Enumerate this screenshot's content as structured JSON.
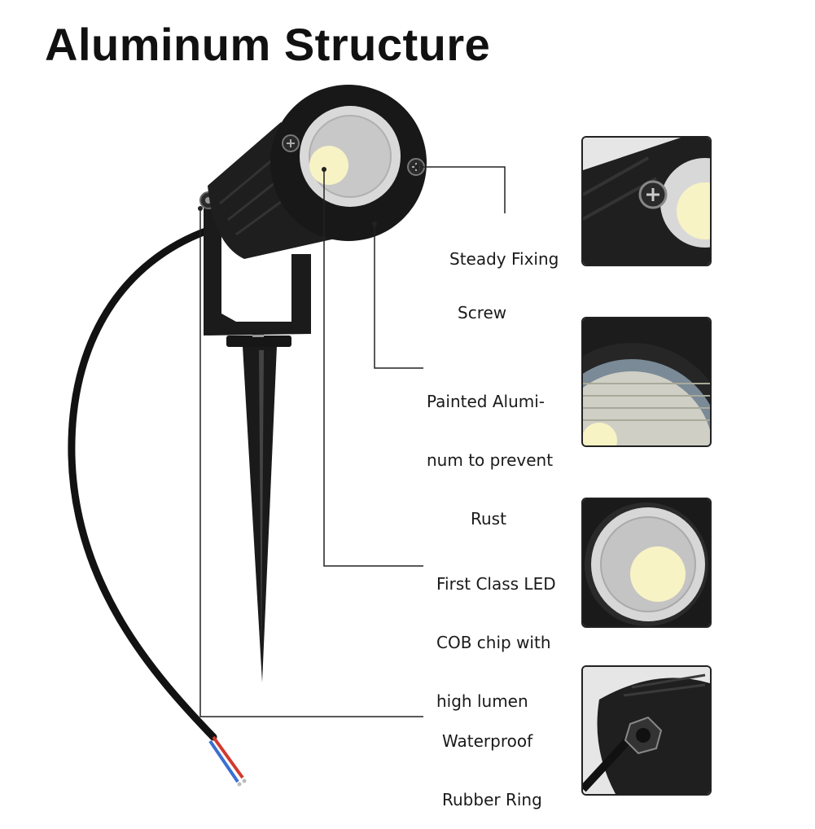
{
  "title": "Aluminum Structure",
  "callouts": [
    {
      "line1": "Steady Fixing",
      "line2": "Screw",
      "line3": ""
    },
    {
      "line1": "Painted Alumi-",
      "line2": "num to prevent",
      "line3": "Rust"
    },
    {
      "line1": "First Class LED",
      "line2": "COB chip with",
      "line3": "high lumen"
    },
    {
      "line1": "Waterproof",
      "line2": "Rubber Ring",
      "line3": ""
    }
  ],
  "thumbnails": [
    {
      "icon": "screw-closeup-icon"
    },
    {
      "icon": "painted-housing-closeup-icon"
    },
    {
      "icon": "led-cob-closeup-icon"
    },
    {
      "icon": "rubber-ring-closeup-icon"
    }
  ],
  "colors": {
    "housing": "#1c1c1c",
    "led": "#f7f3c4",
    "leader": "#222222",
    "wire_red": "#d23a2e",
    "wire_blue": "#3a6fd1"
  }
}
